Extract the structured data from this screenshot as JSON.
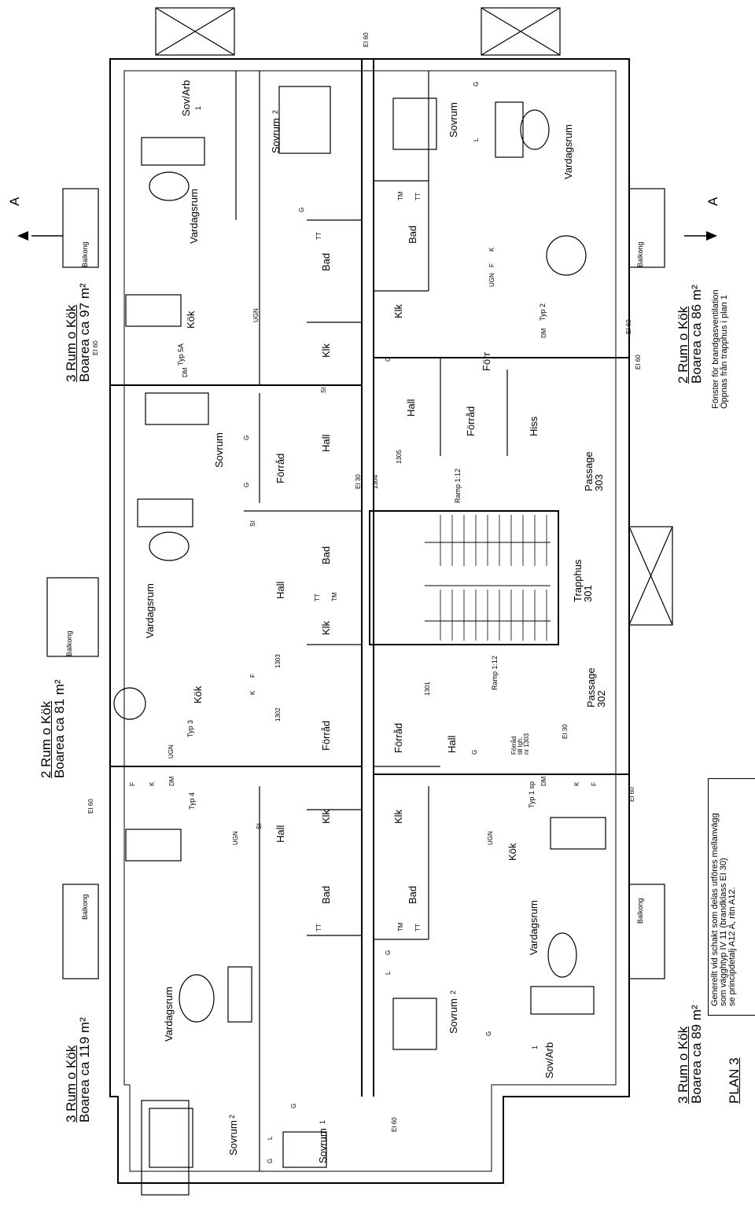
{
  "apartments": [
    {
      "rooms": "3 Rum o Kök",
      "area": "Boarea ca 97 m²"
    },
    {
      "rooms": "2 Rum o Kök",
      "area": "Boarea ca 81 m²"
    },
    {
      "rooms": "3 Rum o Kök",
      "area": "Boarea ca 119 m²"
    },
    {
      "rooms": "2 Rum o Kök",
      "area": "Boarea ca 86 m²"
    },
    {
      "rooms": "3 Rum o Kök",
      "area": "Boarea ca 89 m²"
    }
  ],
  "plan_label": "PLAN 3",
  "section_marker": "A",
  "notes": {
    "fire_vent_1": "Fönster för brandgasventilation",
    "fire_vent_2": "Öppnas från trapphus i plan 1",
    "shaft_1": "Generellt vid schakt som delas utföres mellanvägg",
    "shaft_2": "som vägghtyp IV 11 (brandklass EI 30)",
    "shaft_3": "se principdetalj A12 A, ritn A12."
  },
  "rooms": {
    "sov_arb": "Sov/Arb",
    "sovrum": "Sovrum",
    "vardagsrum": "Vardagsrum",
    "kok": "Kök",
    "bad": "Bad",
    "klk": "Klk",
    "hall": "Hall",
    "forrad": "Förråd",
    "forr": "Förr",
    "hiss": "Hiss",
    "trapphus": "Trapphus",
    "trapphus_no": "301",
    "passage": "Passage",
    "passage_302": "302",
    "passage_303": "303",
    "ramp": "Ramp 1:12",
    "balkong": "Balkong",
    "forrad_lgh_1": "Förråd",
    "forrad_lgh_2": "till lgh.",
    "forrad_lgh_3": "nr 1303"
  },
  "types": {
    "typ5a": "Typ 5A",
    "typ3": "Typ 3",
    "typ4": "Typ 4",
    "typ2": "Typ 2",
    "typ1sp": "Typ 1 sp"
  },
  "codes": {
    "ei60": "EI 60",
    "ei30": "EI 30",
    "d1301": "1301",
    "d1302": "1302",
    "d1303": "1303",
    "d1304": "1304",
    "d1305": "1305",
    "num1": "1",
    "num2": "2"
  },
  "fixtures": {
    "g": "G",
    "l": "L",
    "st": "St",
    "tt": "TT",
    "tm": "TM",
    "ugn": "UGN",
    "dm": "DM",
    "f": "F",
    "k": "K"
  }
}
